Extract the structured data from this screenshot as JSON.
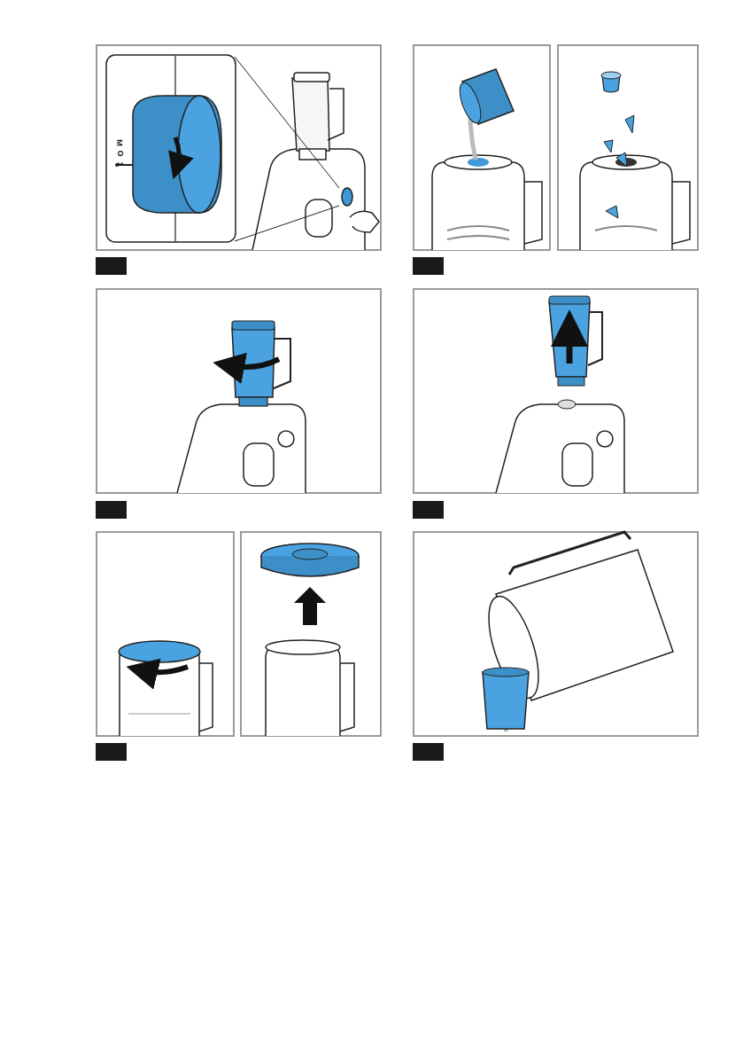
{
  "diagram": {
    "labels": [
      "M",
      "O",
      "1"
    ]
  }
}
